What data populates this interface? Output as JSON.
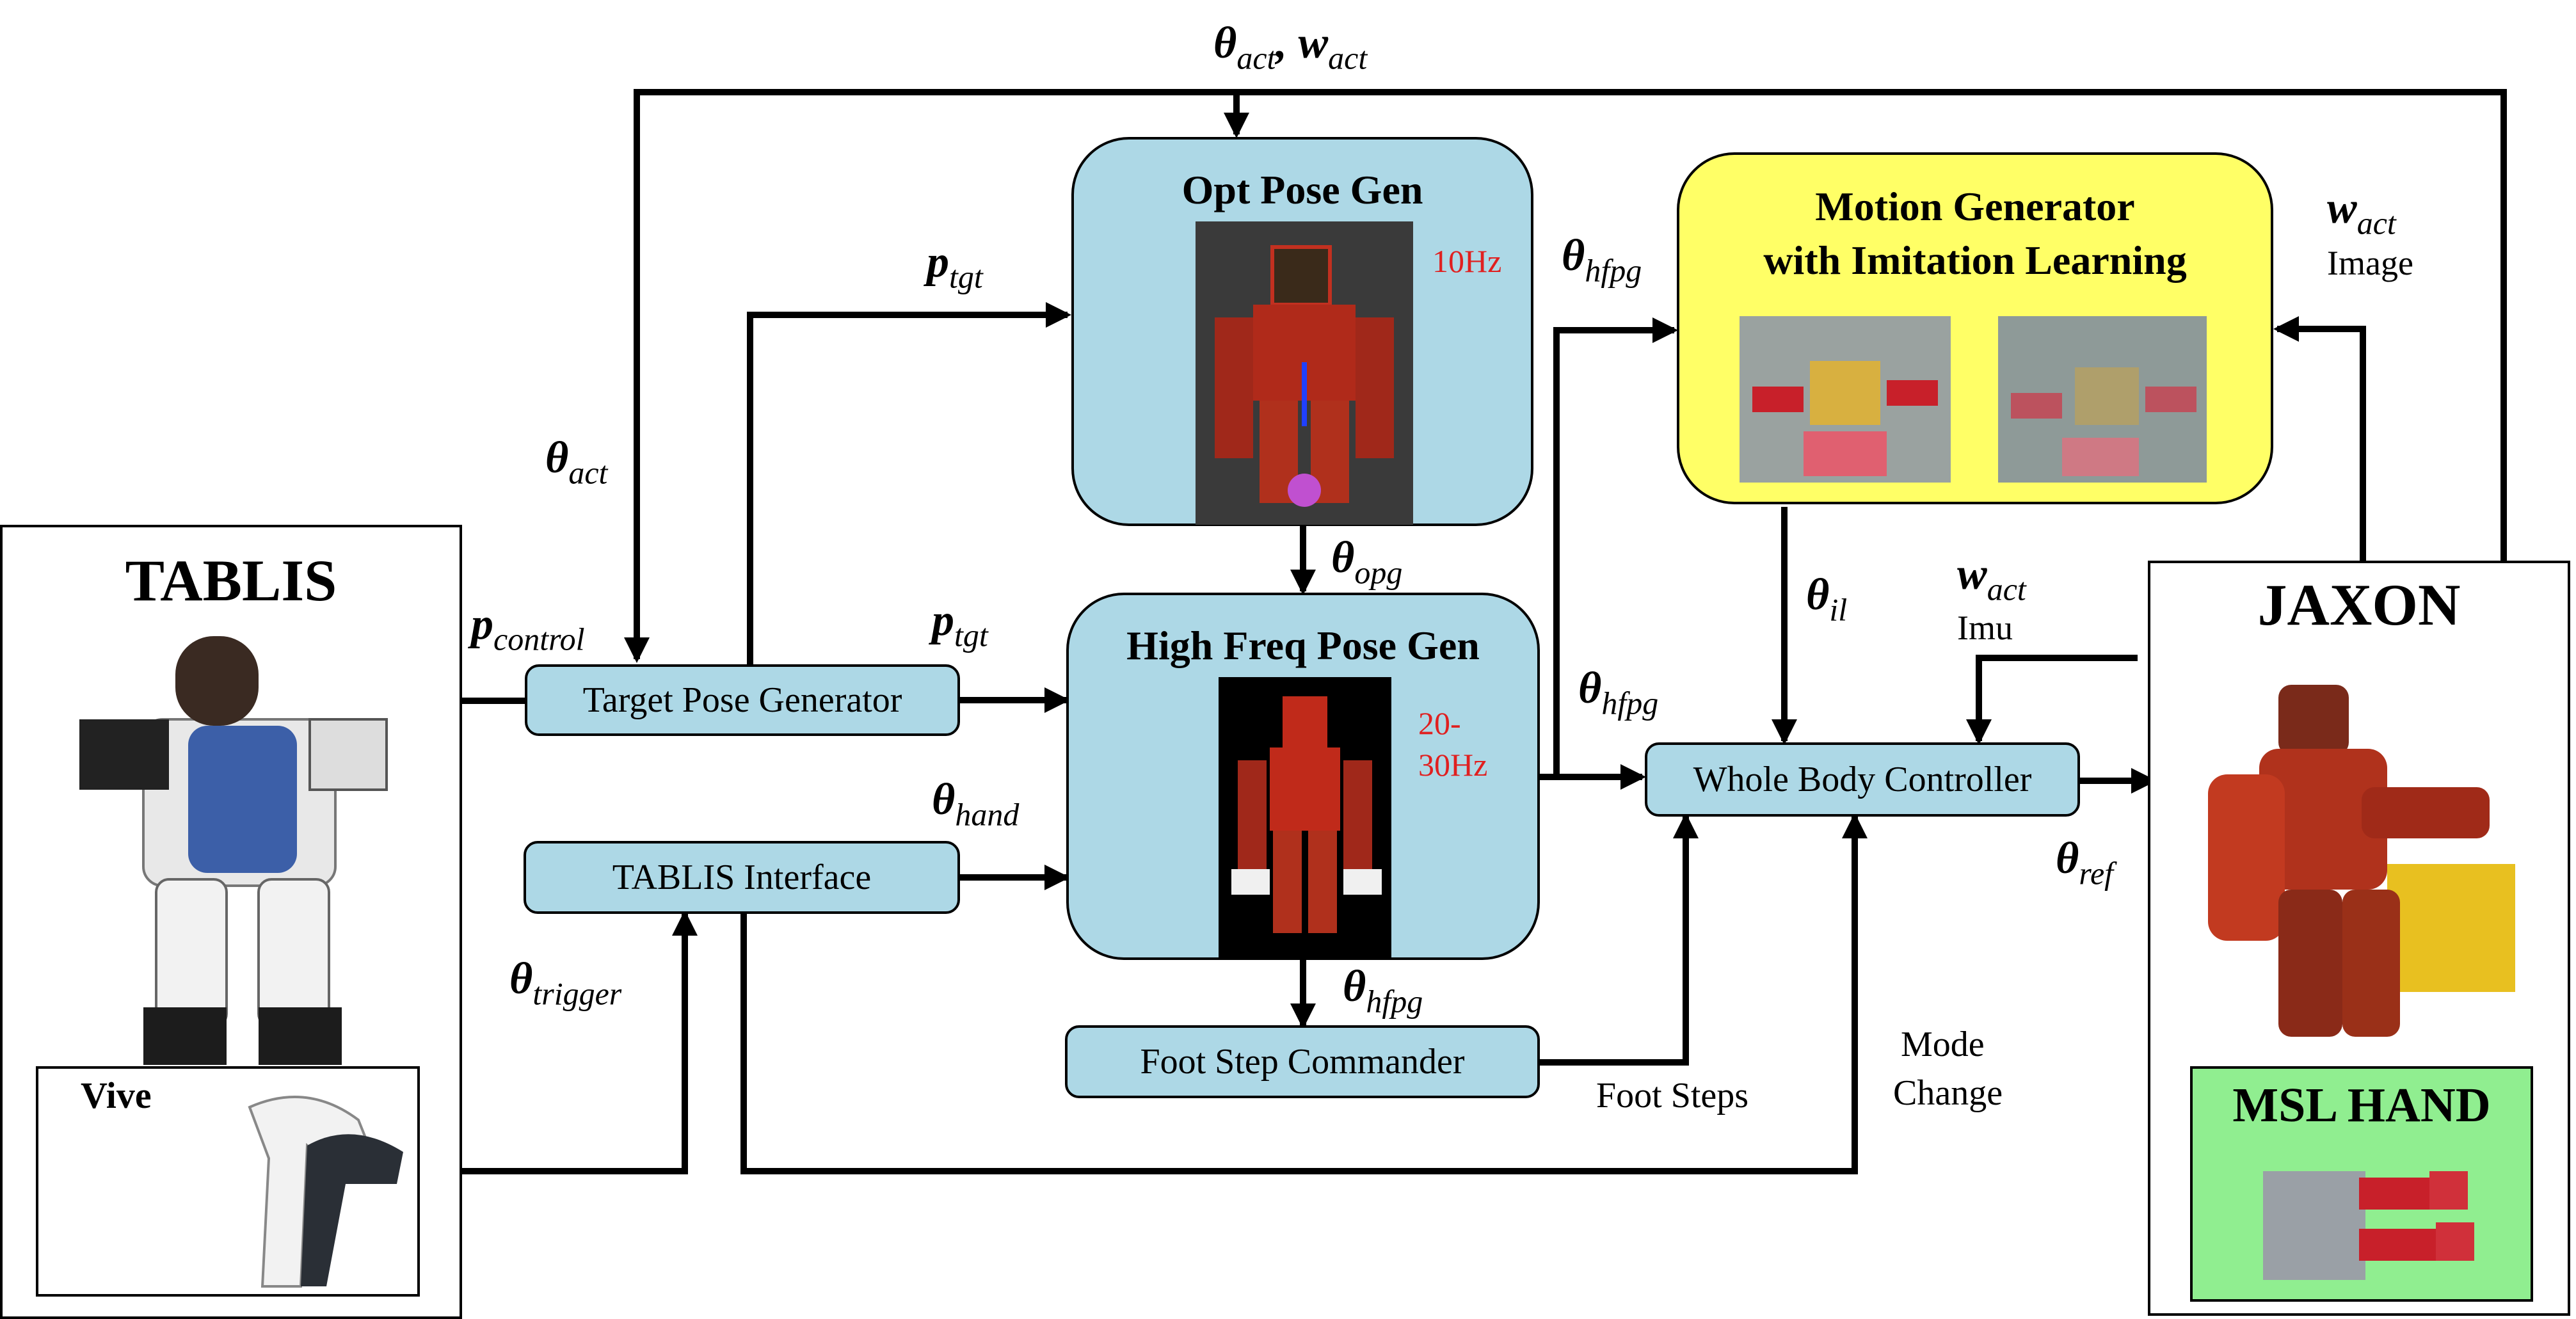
{
  "blocks": {
    "tablis": "TABLIS",
    "vive": "Vive",
    "jaxon": "JAXON",
    "msl_hand": "MSL HAND",
    "opt_pose_gen": "Opt Pose Gen",
    "motion_gen_line1": "Motion Generator",
    "motion_gen_line2": "with Imitation Learning",
    "high_freq": "High Freq Pose Gen",
    "target_pose": "Target Pose Generator",
    "tablis_interface": "TABLIS Interface",
    "foot_step": "Foot Step Commander",
    "whole_body": "Whole Body Controller"
  },
  "rates": {
    "opt": "10Hz",
    "high": "20-\n30Hz"
  },
  "signals": {
    "theta": "θ",
    "w": "w",
    "p": "p",
    "act": "act",
    "tgt": "tgt",
    "opg": "opg",
    "hfpg": "hfpg",
    "il": "il",
    "hand": "hand",
    "control": "control",
    "trigger": "trigger",
    "ref": "ref"
  },
  "plain_labels": {
    "image": "Image",
    "imu": "Imu",
    "foot_steps": "Foot Steps",
    "mode": "Mode",
    "change": "Change"
  },
  "colors": {
    "block_blue": "#add8e6",
    "block_yellow": "#ffff66",
    "block_green": "#90ee90",
    "rate_red": "#e02020"
  }
}
